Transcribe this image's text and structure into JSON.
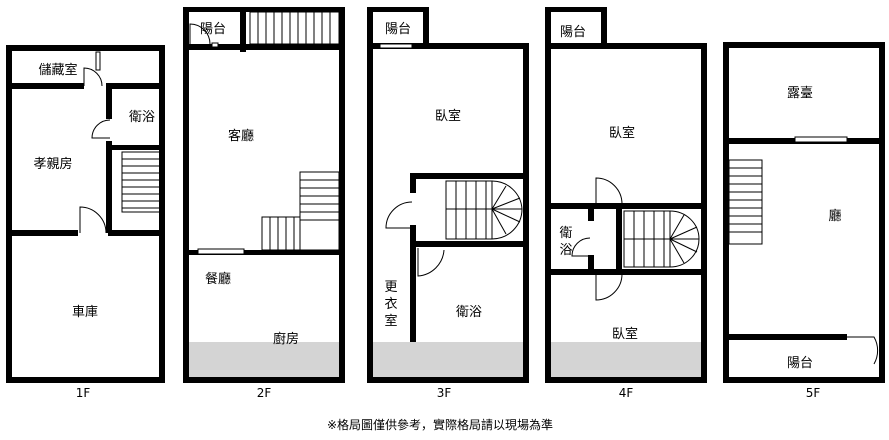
{
  "floors": [
    {
      "label": "1F",
      "rooms": {
        "storage": "儲藏室",
        "bath": "衛浴",
        "bedroom": "孝親房",
        "garage": "車庫"
      }
    },
    {
      "label": "2F",
      "rooms": {
        "balcony": "陽台",
        "living": "客廳",
        "dining": "餐廳",
        "kitchen": "廚房"
      }
    },
    {
      "label": "3F",
      "rooms": {
        "balcony": "陽台",
        "bedroom": "臥室",
        "closet_1": "更",
        "closet_2": "衣",
        "closet_3": "室",
        "bath": "衛浴"
      }
    },
    {
      "label": "4F",
      "rooms": {
        "balcony": "陽台",
        "bedroom_top": "臥室",
        "bath_1": "衛",
        "bath_2": "浴",
        "bedroom_bottom": "臥室"
      }
    },
    {
      "label": "5F",
      "rooms": {
        "terrace": "露臺",
        "hall": "廳",
        "balcony": "陽台"
      }
    }
  ],
  "footnote": "※格局圖僅供參考，實際格局請以現場為準"
}
